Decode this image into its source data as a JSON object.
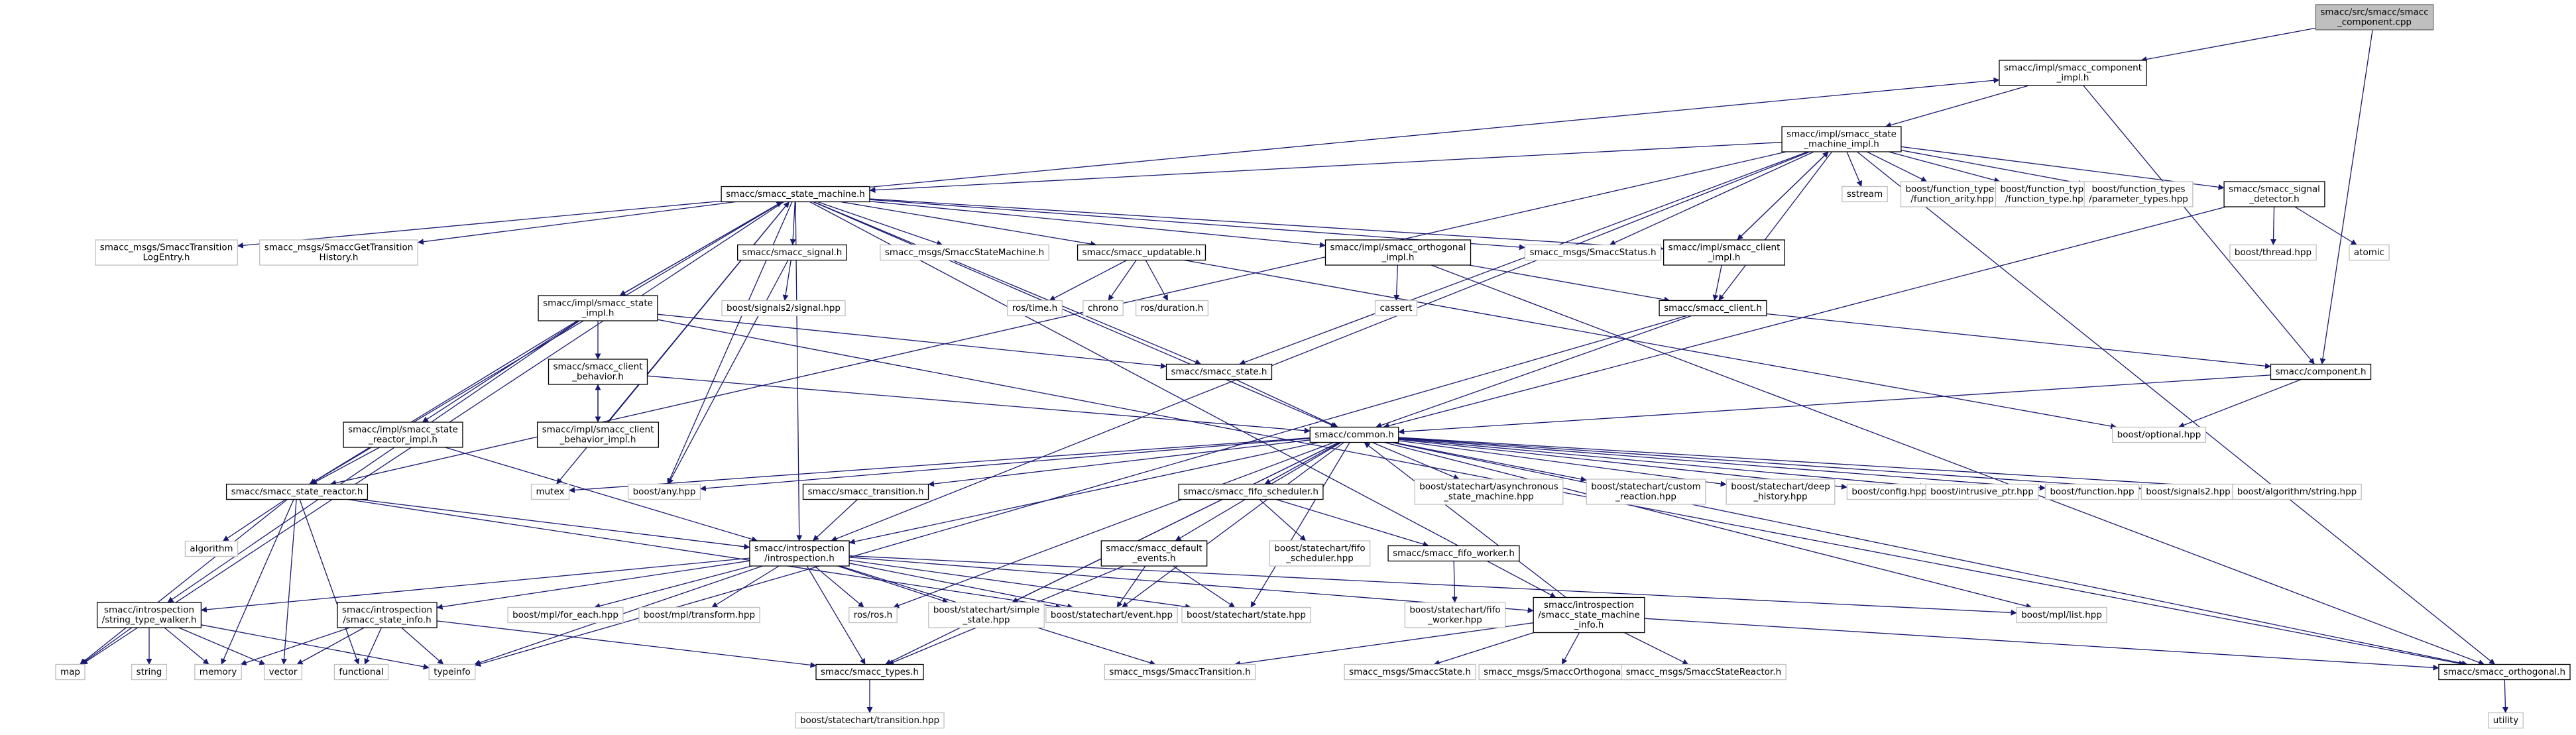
{
  "diagram": {
    "type": "include-dependency-graph",
    "colors": {
      "edge": "#191970",
      "root_fill": "#bfbfbf",
      "leaf_border": "#bfbfbf",
      "node_border": "#000000"
    },
    "nodes": [
      {
        "id": "root",
        "kind": "root",
        "lines": [
          "smacc/src/smacc/smacc",
          "_component.cpp"
        ]
      },
      {
        "id": "component_impl",
        "kind": "dep",
        "lines": [
          "smacc/impl/smacc_component",
          "_impl.h"
        ]
      },
      {
        "id": "sm_impl",
        "kind": "dep",
        "lines": [
          "smacc/impl/smacc_state",
          "_machine_impl.h"
        ]
      },
      {
        "id": "state_machine",
        "kind": "dep",
        "lines": [
          "smacc/smacc_state_machine.h"
        ]
      },
      {
        "id": "sstream",
        "kind": "leaf",
        "lines": [
          "sstream"
        ]
      },
      {
        "id": "ft_arity",
        "kind": "leaf",
        "lines": [
          "boost/function_types",
          "/function_arity.hpp"
        ]
      },
      {
        "id": "ft_type",
        "kind": "leaf",
        "lines": [
          "boost/function_types",
          "/function_type.hpp"
        ]
      },
      {
        "id": "ft_param",
        "kind": "leaf",
        "lines": [
          "boost/function_types",
          "/parameter_types.hpp"
        ]
      },
      {
        "id": "signal_detector",
        "kind": "dep",
        "lines": [
          "smacc/smacc_signal",
          "_detector.h"
        ]
      },
      {
        "id": "transition_log",
        "kind": "leaf",
        "lines": [
          "smacc_msgs/SmaccTransition",
          "LogEntry.h"
        ]
      },
      {
        "id": "get_transition",
        "kind": "leaf",
        "lines": [
          "smacc_msgs/SmaccGetTransition",
          "History.h"
        ]
      },
      {
        "id": "smacc_signal",
        "kind": "dep",
        "lines": [
          "smacc/smacc_signal.h"
        ]
      },
      {
        "id": "msg_state_machine",
        "kind": "leaf",
        "lines": [
          "smacc_msgs/SmaccStateMachine.h"
        ]
      },
      {
        "id": "updatable",
        "kind": "dep",
        "lines": [
          "smacc/smacc_updatable.h"
        ]
      },
      {
        "id": "orthogonal_impl",
        "kind": "dep",
        "lines": [
          "smacc/impl/smacc_orthogonal",
          "_impl.h"
        ]
      },
      {
        "id": "msg_status",
        "kind": "leaf",
        "lines": [
          "smacc_msgs/SmaccStatus.h"
        ]
      },
      {
        "id": "client_impl",
        "kind": "dep",
        "lines": [
          "smacc/impl/smacc_client",
          "_impl.h"
        ]
      },
      {
        "id": "thread",
        "kind": "leaf",
        "lines": [
          "boost/thread.hpp"
        ]
      },
      {
        "id": "atomic",
        "kind": "leaf",
        "lines": [
          "atomic"
        ]
      },
      {
        "id": "state_impl",
        "kind": "dep",
        "lines": [
          "smacc/impl/smacc_state",
          "_impl.h"
        ]
      },
      {
        "id": "signals2_signal",
        "kind": "leaf",
        "lines": [
          "boost/signals2/signal.hpp"
        ]
      },
      {
        "id": "ros_time",
        "kind": "leaf",
        "lines": [
          "ros/time.h"
        ]
      },
      {
        "id": "chrono",
        "kind": "leaf",
        "lines": [
          "chrono"
        ]
      },
      {
        "id": "ros_duration",
        "kind": "leaf",
        "lines": [
          "ros/duration.h"
        ]
      },
      {
        "id": "cassert",
        "kind": "leaf",
        "lines": [
          "cassert"
        ]
      },
      {
        "id": "smacc_client",
        "kind": "dep",
        "lines": [
          "smacc/smacc_client.h"
        ]
      },
      {
        "id": "client_behavior",
        "kind": "dep",
        "lines": [
          "smacc/smacc_client",
          "_behavior.h"
        ]
      },
      {
        "id": "smacc_state",
        "kind": "dep",
        "lines": [
          "smacc/smacc_state.h"
        ]
      },
      {
        "id": "component",
        "kind": "dep",
        "lines": [
          "smacc/component.h"
        ]
      },
      {
        "id": "state_reactor_impl",
        "kind": "dep",
        "lines": [
          "smacc/impl/smacc_state",
          "_reactor_impl.h"
        ]
      },
      {
        "id": "client_behavior_impl",
        "kind": "dep",
        "lines": [
          "smacc/impl/smacc_client",
          "_behavior_impl.h"
        ]
      },
      {
        "id": "optional",
        "kind": "leaf",
        "lines": [
          "boost/optional.hpp"
        ]
      },
      {
        "id": "common",
        "kind": "dep",
        "lines": [
          "smacc/common.h"
        ]
      },
      {
        "id": "state_reactor",
        "kind": "dep",
        "lines": [
          "smacc/smacc_state_reactor.h"
        ]
      },
      {
        "id": "mutex",
        "kind": "leaf",
        "lines": [
          "mutex"
        ]
      },
      {
        "id": "boost_any",
        "kind": "leaf",
        "lines": [
          "boost/any.hpp"
        ]
      },
      {
        "id": "smacc_transition",
        "kind": "dep",
        "lines": [
          "smacc/smacc_transition.h"
        ]
      },
      {
        "id": "fifo_scheduler",
        "kind": "dep",
        "lines": [
          "smacc/smacc_fifo_scheduler.h"
        ]
      },
      {
        "id": "async_sm",
        "kind": "leaf",
        "lines": [
          "boost/statechart/asynchronous",
          "_state_machine.hpp"
        ]
      },
      {
        "id": "custom_reaction",
        "kind": "leaf",
        "lines": [
          "boost/statechart/custom",
          "_reaction.hpp"
        ]
      },
      {
        "id": "deep_history",
        "kind": "leaf",
        "lines": [
          "boost/statechart/deep",
          "_history.hpp"
        ]
      },
      {
        "id": "config",
        "kind": "leaf",
        "lines": [
          "boost/config.hpp"
        ]
      },
      {
        "id": "intrusive_ptr",
        "kind": "leaf",
        "lines": [
          "boost/intrusive_ptr.hpp"
        ]
      },
      {
        "id": "function",
        "kind": "leaf",
        "lines": [
          "boost/function.hpp"
        ]
      },
      {
        "id": "signals2",
        "kind": "leaf",
        "lines": [
          "boost/signals2.hpp"
        ]
      },
      {
        "id": "algo_string",
        "kind": "leaf",
        "lines": [
          "boost/algorithm/string.hpp"
        ]
      },
      {
        "id": "algorithm",
        "kind": "leaf",
        "lines": [
          "algorithm"
        ]
      },
      {
        "id": "introspection",
        "kind": "dep",
        "lines": [
          "smacc/introspection",
          "/introspection.h"
        ]
      },
      {
        "id": "default_events",
        "kind": "dep",
        "lines": [
          "smacc/smacc_default",
          "_events.h"
        ]
      },
      {
        "id": "fifo_sched_hpp",
        "kind": "leaf",
        "lines": [
          "boost/statechart/fifo",
          "_scheduler.hpp"
        ]
      },
      {
        "id": "fifo_worker",
        "kind": "dep",
        "lines": [
          "smacc/smacc_fifo_worker.h"
        ]
      },
      {
        "id": "string_walker",
        "kind": "dep",
        "lines": [
          "smacc/introspection",
          "/string_type_walker.h"
        ]
      },
      {
        "id": "state_info",
        "kind": "dep",
        "lines": [
          "smacc/introspection",
          "/smacc_state_info.h"
        ]
      },
      {
        "id": "for_each",
        "kind": "leaf",
        "lines": [
          "boost/mpl/for_each.hpp"
        ]
      },
      {
        "id": "mpl_transform",
        "kind": "leaf",
        "lines": [
          "boost/mpl/transform.hpp"
        ]
      },
      {
        "id": "ros_h",
        "kind": "leaf",
        "lines": [
          "ros/ros.h"
        ]
      },
      {
        "id": "simple_state",
        "kind": "leaf",
        "lines": [
          "boost/statechart/simple",
          "_state.hpp"
        ]
      },
      {
        "id": "sc_event",
        "kind": "leaf",
        "lines": [
          "boost/statechart/event.hpp"
        ]
      },
      {
        "id": "sc_state",
        "kind": "leaf",
        "lines": [
          "boost/statechart/state.hpp"
        ]
      },
      {
        "id": "fifo_worker_hpp",
        "kind": "leaf",
        "lines": [
          "boost/statechart/fifo",
          "_worker.hpp"
        ]
      },
      {
        "id": "sm_info",
        "kind": "dep",
        "lines": [
          "smacc/introspection",
          "/smacc_state_machine",
          "_info.h"
        ]
      },
      {
        "id": "mpl_list",
        "kind": "leaf",
        "lines": [
          "boost/mpl/list.hpp"
        ]
      },
      {
        "id": "map",
        "kind": "leaf",
        "lines": [
          "map"
        ]
      },
      {
        "id": "string",
        "kind": "leaf",
        "lines": [
          "string"
        ]
      },
      {
        "id": "memory",
        "kind": "leaf",
        "lines": [
          "memory"
        ]
      },
      {
        "id": "vector",
        "kind": "leaf",
        "lines": [
          "vector"
        ]
      },
      {
        "id": "functional",
        "kind": "leaf",
        "lines": [
          "functional"
        ]
      },
      {
        "id": "typeinfo",
        "kind": "leaf",
        "lines": [
          "typeinfo"
        ]
      },
      {
        "id": "smacc_types",
        "kind": "dep",
        "lines": [
          "smacc/smacc_types.h"
        ]
      },
      {
        "id": "msg_transition",
        "kind": "leaf",
        "lines": [
          "smacc_msgs/SmaccTransition.h"
        ]
      },
      {
        "id": "msg_state",
        "kind": "leaf",
        "lines": [
          "smacc_msgs/SmaccState.h"
        ]
      },
      {
        "id": "msg_orthogonal",
        "kind": "leaf",
        "lines": [
          "smacc_msgs/SmaccOrthogonal.h"
        ]
      },
      {
        "id": "msg_state_reactor",
        "kind": "leaf",
        "lines": [
          "smacc_msgs/SmaccStateReactor.h"
        ]
      },
      {
        "id": "smacc_orthogonal",
        "kind": "dep",
        "lines": [
          "smacc/smacc_orthogonal.h"
        ]
      },
      {
        "id": "transition_hpp",
        "kind": "leaf",
        "lines": [
          "boost/statechart/transition.hpp"
        ]
      },
      {
        "id": "utility",
        "kind": "leaf",
        "lines": [
          "utility"
        ]
      }
    ],
    "edges": [
      [
        "root",
        "component_impl"
      ],
      [
        "root",
        "component"
      ],
      [
        "component_impl",
        "sm_impl"
      ],
      [
        "component_impl",
        "component"
      ],
      [
        "sm_impl",
        "state_machine"
      ],
      [
        "sm_impl",
        "sstream"
      ],
      [
        "sm_impl",
        "ft_arity"
      ],
      [
        "sm_impl",
        "ft_type"
      ],
      [
        "sm_impl",
        "ft_param"
      ],
      [
        "sm_impl",
        "signal_detector"
      ],
      [
        "sm_impl",
        "msg_status"
      ],
      [
        "sm_impl",
        "client_impl"
      ],
      [
        "sm_impl",
        "smacc_client"
      ],
      [
        "sm_impl",
        "smacc_state"
      ],
      [
        "sm_impl",
        "state_reactor"
      ],
      [
        "sm_impl",
        "introspection"
      ],
      [
        "sm_impl",
        "smacc_orthogonal"
      ],
      [
        "state_machine",
        "component_impl"
      ],
      [
        "state_machine",
        "transition_log"
      ],
      [
        "state_machine",
        "get_transition"
      ],
      [
        "state_machine",
        "smacc_signal"
      ],
      [
        "state_machine",
        "msg_state_machine"
      ],
      [
        "state_machine",
        "updatable"
      ],
      [
        "state_machine",
        "orthogonal_impl"
      ],
      [
        "state_machine",
        "msg_status"
      ],
      [
        "state_machine",
        "client_impl"
      ],
      [
        "state_machine",
        "state_impl"
      ],
      [
        "state_machine",
        "smacc_state"
      ],
      [
        "state_machine",
        "common"
      ],
      [
        "state_machine",
        "state_reactor"
      ],
      [
        "state_machine",
        "mutex"
      ],
      [
        "state_machine",
        "boost_any"
      ],
      [
        "state_machine",
        "introspection"
      ],
      [
        "state_machine",
        "map"
      ],
      [
        "state_machine",
        "sm_info"
      ],
      [
        "signal_detector",
        "thread"
      ],
      [
        "signal_detector",
        "atomic"
      ],
      [
        "signal_detector",
        "common"
      ],
      [
        "smacc_signal",
        "signals2_signal"
      ],
      [
        "smacc_signal",
        "boost_any"
      ],
      [
        "updatable",
        "ros_time"
      ],
      [
        "updatable",
        "chrono"
      ],
      [
        "updatable",
        "ros_duration"
      ],
      [
        "updatable",
        "optional"
      ],
      [
        "orthogonal_impl",
        "cassert"
      ],
      [
        "orthogonal_impl",
        "smacc_client"
      ],
      [
        "orthogonal_impl",
        "smacc_orthogonal"
      ],
      [
        "client_impl",
        "sm_impl"
      ],
      [
        "client_impl",
        "smacc_client"
      ],
      [
        "state_impl",
        "state_machine"
      ],
      [
        "state_impl",
        "client_behavior"
      ],
      [
        "state_impl",
        "smacc_state"
      ],
      [
        "state_impl",
        "state_reactor_impl"
      ],
      [
        "state_impl",
        "state_reactor"
      ],
      [
        "state_impl",
        "string_walker"
      ],
      [
        "state_impl",
        "smacc_orthogonal"
      ],
      [
        "smacc_client",
        "component"
      ],
      [
        "smacc_client",
        "common"
      ],
      [
        "smacc_client",
        "typeinfo"
      ],
      [
        "client_behavior",
        "common"
      ],
      [
        "client_behavior",
        "client_behavior_impl"
      ],
      [
        "client_behavior_impl",
        "client_behavior"
      ],
      [
        "client_behavior_impl",
        "state_machine"
      ],
      [
        "smacc_state",
        "common"
      ],
      [
        "component",
        "common"
      ],
      [
        "component",
        "optional"
      ],
      [
        "state_reactor_impl",
        "state_reactor"
      ],
      [
        "state_reactor_impl",
        "introspection"
      ],
      [
        "common",
        "mutex"
      ],
      [
        "common",
        "boost_any"
      ],
      [
        "common",
        "smacc_transition"
      ],
      [
        "common",
        "fifo_scheduler"
      ],
      [
        "common",
        "async_sm"
      ],
      [
        "common",
        "custom_reaction"
      ],
      [
        "common",
        "deep_history"
      ],
      [
        "common",
        "config"
      ],
      [
        "common",
        "intrusive_ptr"
      ],
      [
        "common",
        "function"
      ],
      [
        "common",
        "signals2"
      ],
      [
        "common",
        "algo_string"
      ],
      [
        "common",
        "introspection"
      ],
      [
        "common",
        "default_events"
      ],
      [
        "common",
        "ros_h"
      ],
      [
        "common",
        "simple_state"
      ],
      [
        "common",
        "sc_event"
      ],
      [
        "common",
        "sc_state"
      ],
      [
        "common",
        "smacc_types"
      ],
      [
        "common",
        "mpl_list"
      ],
      [
        "common",
        "smacc_orthogonal"
      ],
      [
        "state_reactor",
        "algorithm"
      ],
      [
        "state_reactor",
        "introspection"
      ],
      [
        "state_reactor",
        "map"
      ],
      [
        "state_reactor",
        "memory"
      ],
      [
        "state_reactor",
        "vector"
      ],
      [
        "state_reactor",
        "functional"
      ],
      [
        "state_reactor",
        "sc_event"
      ],
      [
        "smacc_transition",
        "introspection"
      ],
      [
        "fifo_scheduler",
        "fifo_sched_hpp"
      ],
      [
        "fifo_scheduler",
        "fifo_worker"
      ],
      [
        "fifo_worker",
        "fifo_worker_hpp"
      ],
      [
        "default_events",
        "sc_event"
      ],
      [
        "default_events",
        "sc_state"
      ],
      [
        "default_events",
        "smacc_types"
      ],
      [
        "introspection",
        "string_walker"
      ],
      [
        "introspection",
        "state_info"
      ],
      [
        "introspection",
        "for_each"
      ],
      [
        "introspection",
        "mpl_transform"
      ],
      [
        "introspection",
        "ros_h"
      ],
      [
        "introspection",
        "simple_state"
      ],
      [
        "introspection",
        "sc_event"
      ],
      [
        "introspection",
        "sc_state"
      ],
      [
        "introspection",
        "sm_info"
      ],
      [
        "introspection",
        "mpl_list"
      ],
      [
        "introspection",
        "smacc_types"
      ],
      [
        "introspection",
        "typeinfo"
      ],
      [
        "introspection",
        "msg_transition"
      ],
      [
        "string_walker",
        "map"
      ],
      [
        "string_walker",
        "string"
      ],
      [
        "string_walker",
        "memory"
      ],
      [
        "string_walker",
        "vector"
      ],
      [
        "string_walker",
        "typeinfo"
      ],
      [
        "state_info",
        "memory"
      ],
      [
        "state_info",
        "vector"
      ],
      [
        "state_info",
        "functional"
      ],
      [
        "state_info",
        "smacc_types"
      ],
      [
        "state_info",
        "typeinfo"
      ],
      [
        "sm_info",
        "common"
      ],
      [
        "sm_info",
        "msg_transition"
      ],
      [
        "sm_info",
        "msg_state"
      ],
      [
        "sm_info",
        "msg_orthogonal"
      ],
      [
        "sm_info",
        "msg_state_reactor"
      ],
      [
        "sm_info",
        "smacc_orthogonal"
      ],
      [
        "smacc_types",
        "transition_hpp"
      ],
      [
        "smacc_orthogonal",
        "utility"
      ]
    ]
  }
}
